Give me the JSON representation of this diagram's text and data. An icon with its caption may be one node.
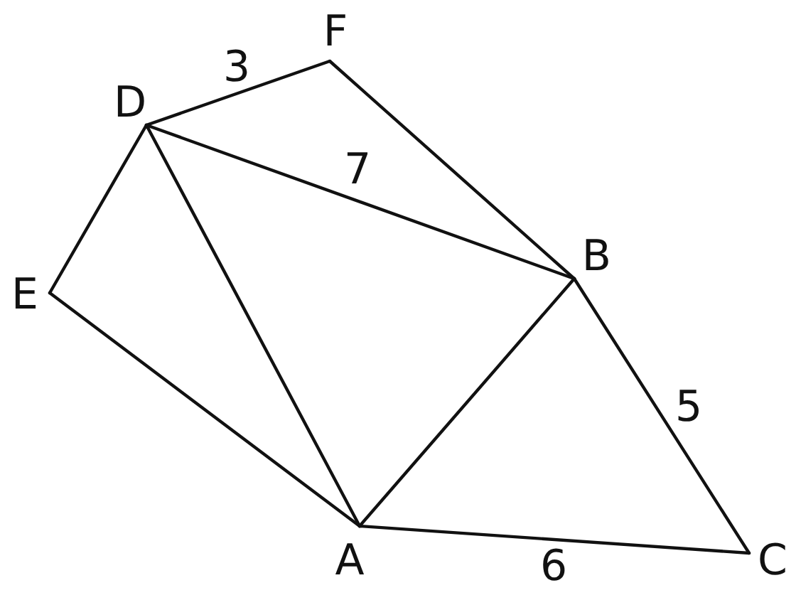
{
  "diagram": {
    "nodes": [
      {
        "text": [
          "F"
        ]
      },
      {
        "text": [
          "D"
        ]
      },
      {
        "text": [
          "B"
        ]
      },
      {
        "text": [
          "E"
        ]
      },
      {
        "text": [
          "A"
        ]
      },
      {
        "text": [
          "C"
        ]
      }
    ],
    "edges": [
      {
        "from": 1,
        "to": 0,
        "arrow": "none",
        "label": "3"
      },
      {
        "from": 1,
        "to": 2,
        "arrow": "none",
        "label": "7"
      },
      {
        "from": 0,
        "to": 2,
        "arrow": "none"
      },
      {
        "from": 1,
        "to": 3,
        "arrow": "none"
      },
      {
        "from": 1,
        "to": 4,
        "arrow": "none"
      },
      {
        "from": 3,
        "to": 4,
        "arrow": "none"
      },
      {
        "from": 4,
        "to": 2,
        "arrow": "none"
      },
      {
        "from": 2,
        "to": 5,
        "arrow": "none",
        "label": "5"
      },
      {
        "from": 4,
        "to": 5,
        "arrow": "none",
        "label": "6"
      }
    ]
  }
}
